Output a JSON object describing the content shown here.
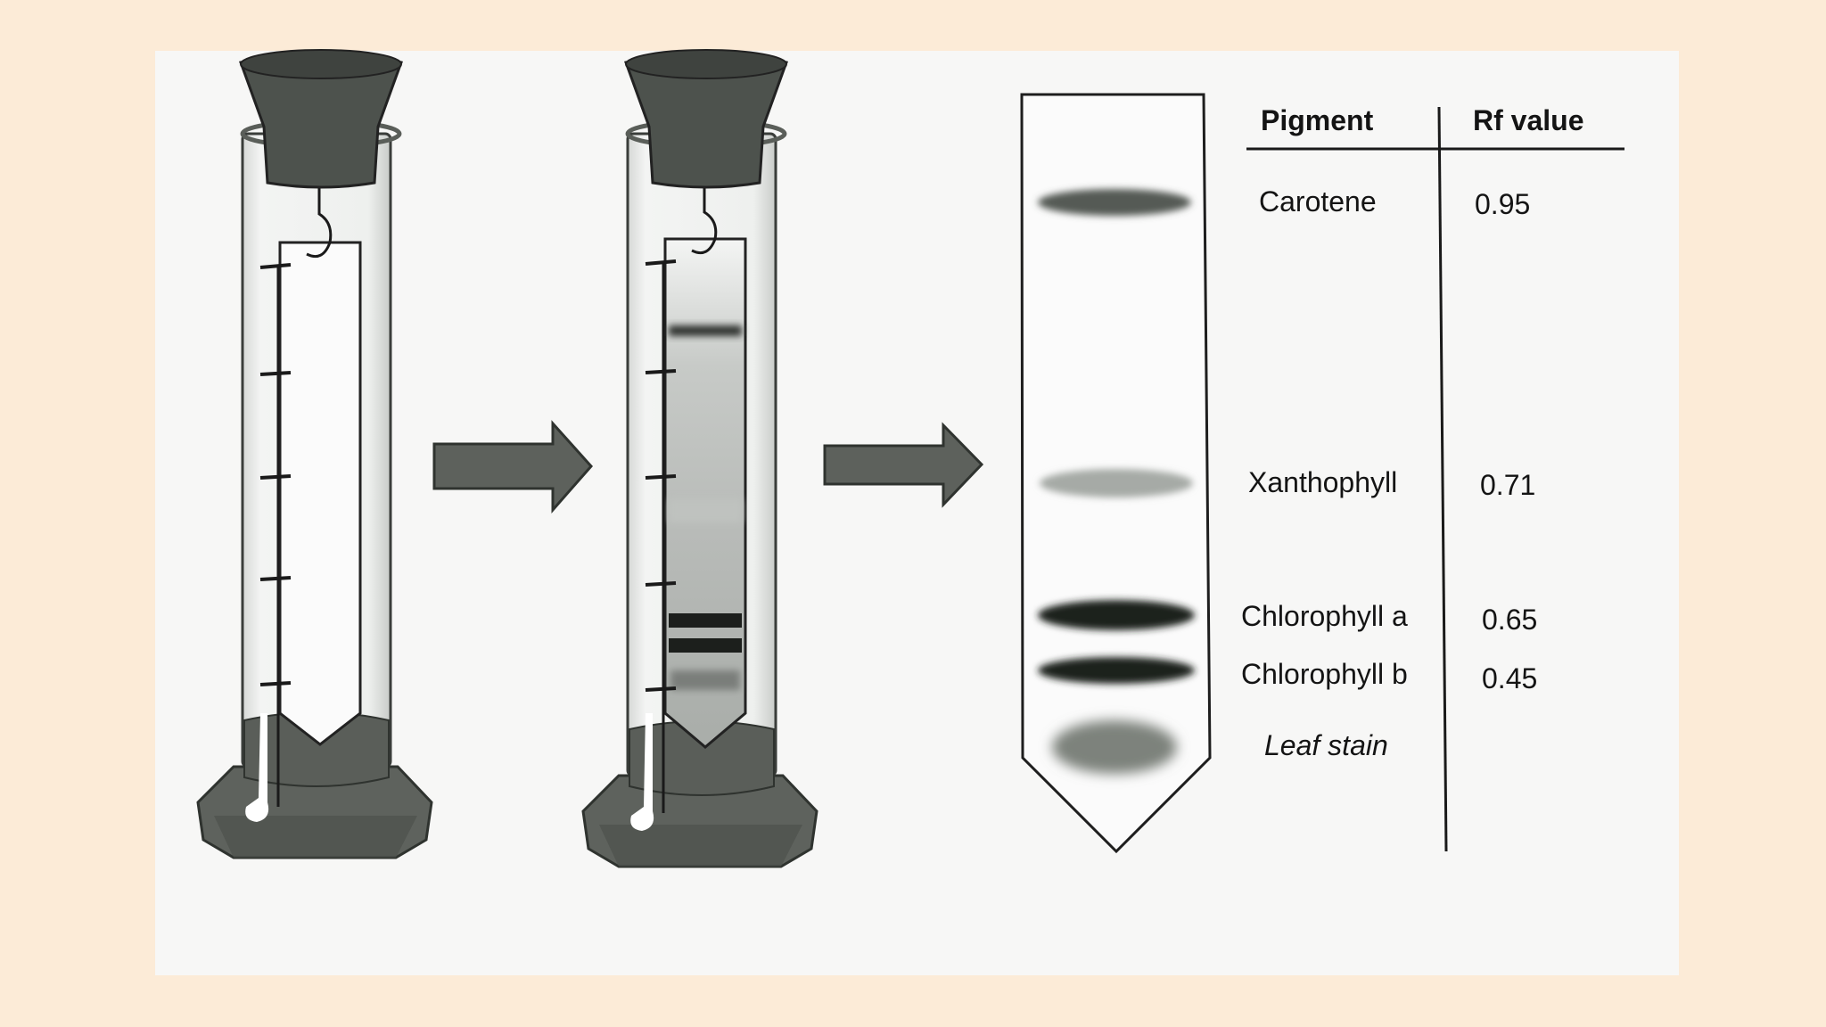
{
  "table": {
    "headers": {
      "pigment": "Pigment",
      "rf": "Rf value"
    },
    "rows": [
      {
        "pigment": "Carotene",
        "rf": "0.95"
      },
      {
        "pigment": "Xanthophyll",
        "rf": "0.71"
      },
      {
        "pigment": "Chlorophyll a",
        "rf": "0.65"
      },
      {
        "pigment": "Chlorophyll b",
        "rf": "0.45"
      },
      {
        "pigment": "Leaf stain",
        "rf": ""
      }
    ]
  },
  "colors": {
    "page_background": "#fcebd7",
    "panel_background": "#f7f7f6",
    "stopper": "#4d524d",
    "base": "#5e625d",
    "solvent": "#5a5e59",
    "arrow": "#5d615c",
    "band_dark": "#1f221f",
    "band_carotene": "#555a55",
    "band_xanthophyll": "#a6aaa6",
    "band_leaf_stain": "#7d827c"
  }
}
